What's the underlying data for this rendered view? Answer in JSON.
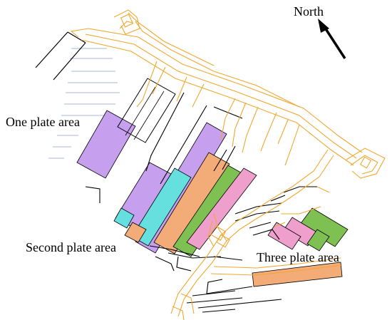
{
  "labels": {
    "north": "North",
    "one_plate_area": "One plate area",
    "second_plate_area": "Second plate area",
    "three_plate_area": "Three plate area"
  },
  "colors": {
    "roadway": "#f0a830",
    "purple": "#c6a0ef",
    "cyan": "#66e0df",
    "orange": "#f3ab78",
    "green": "#7ec051",
    "pink": "#ef9fcb",
    "line": "#000000"
  }
}
